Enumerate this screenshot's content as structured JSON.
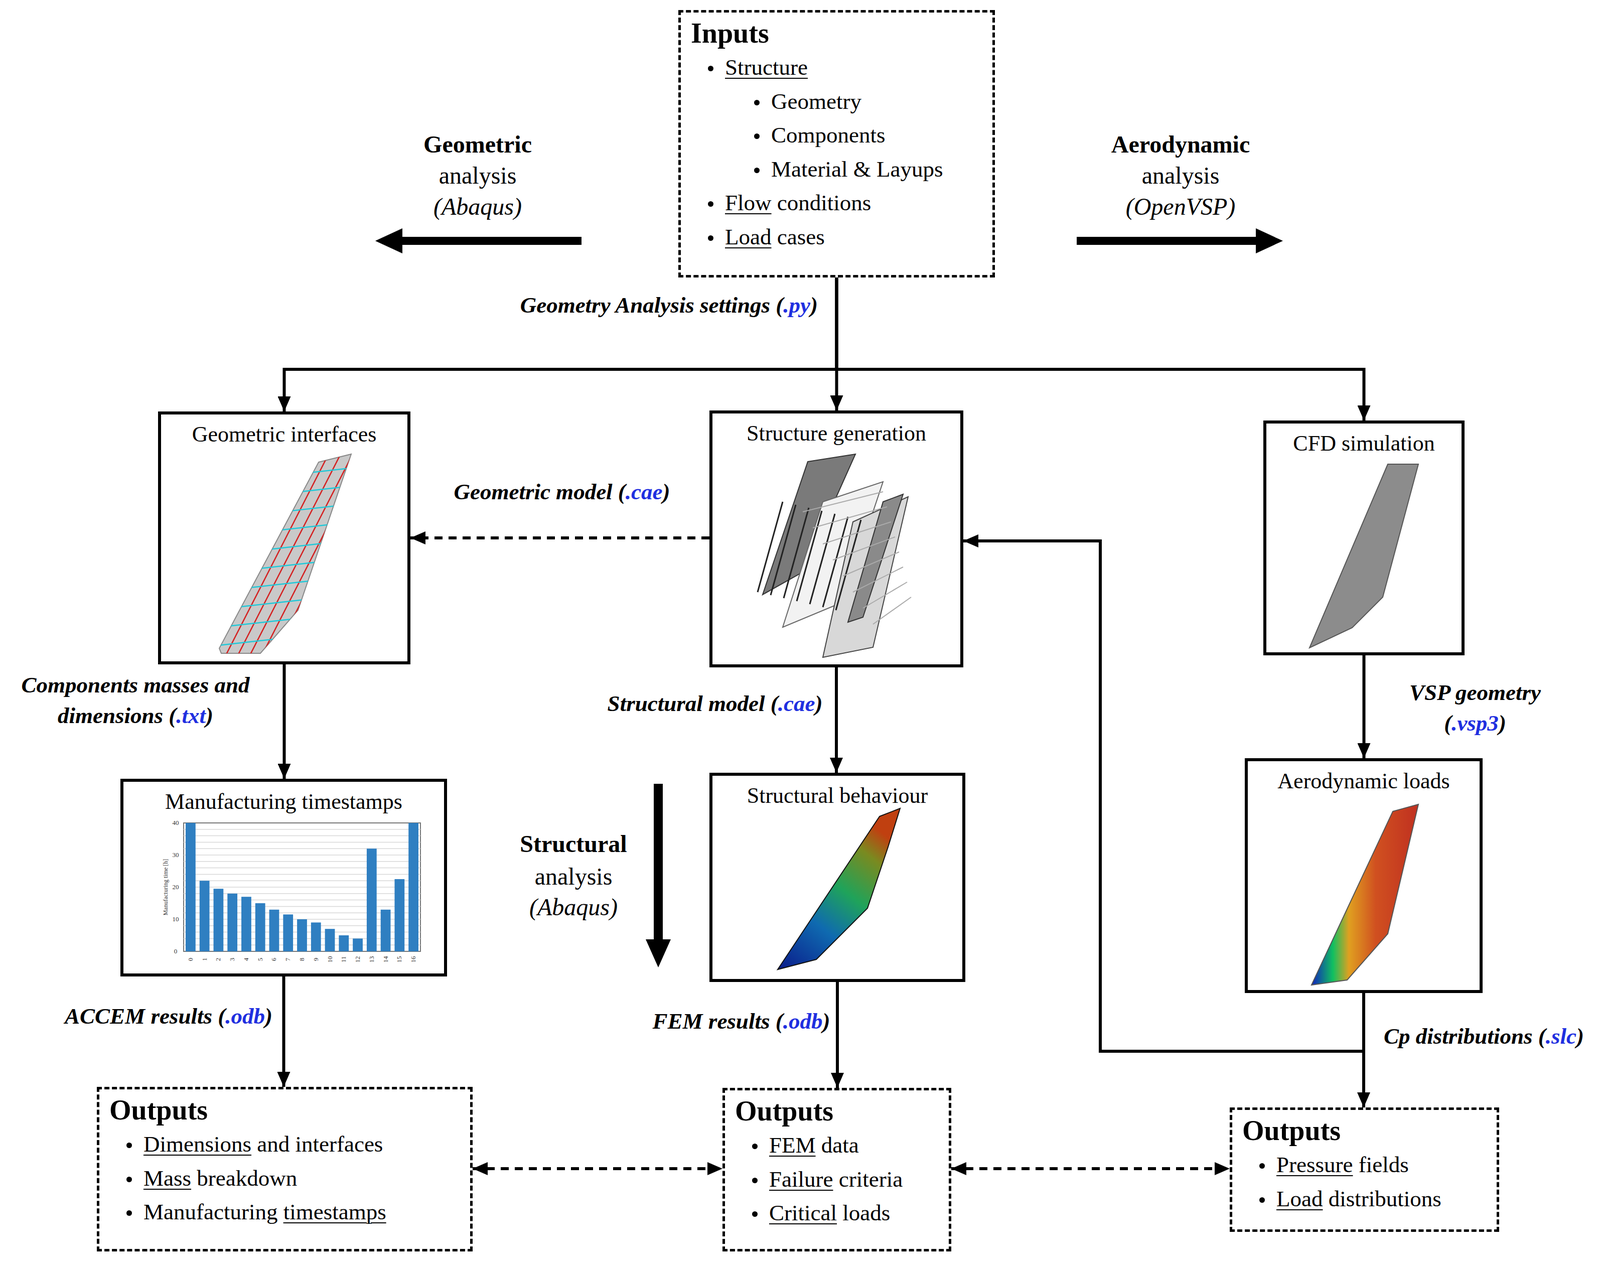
{
  "diagram": {
    "nodes": [
      {
        "text": [
          "Inputs",
          "Structure",
          "Geometry",
          "Components",
          "Material & Layups",
          "Flow conditions",
          "Load cases"
        ]
      },
      {
        "text": [
          "Geometric interfaces"
        ]
      },
      {
        "text": [
          "Structure generation"
        ]
      },
      {
        "text": [
          "CFD simulation"
        ]
      },
      {
        "text": [
          "Manufacturing timestamps"
        ]
      },
      {
        "text": [
          "Structural behaviour"
        ]
      },
      {
        "text": [
          "Aerodynamic loads"
        ]
      },
      {
        "text": [
          "Outputs",
          "Dimensions and interfaces",
          "Mass breakdown",
          "Manufacturing timestamps"
        ]
      },
      {
        "text": [
          "Outputs",
          "FEM data",
          "Failure criteria",
          "Critical loads"
        ]
      },
      {
        "text": [
          "Outputs",
          "Pressure fields",
          "Load distributions"
        ]
      }
    ],
    "edges": [
      {
        "from": 0,
        "to": 1,
        "arrow": "to"
      },
      {
        "from": 0,
        "to": 2,
        "arrow": "to",
        "label": "Geometry Analysis settings (.py)"
      },
      {
        "from": 0,
        "to": 3,
        "arrow": "to"
      },
      {
        "from": 2,
        "to": 1,
        "arrow": "to",
        "label": "Geometric model (.cae)"
      },
      {
        "from": 1,
        "to": 4,
        "arrow": "to",
        "label": "Components masses and dimensions (.txt)"
      },
      {
        "from": 2,
        "to": 5,
        "arrow": "to",
        "label": "Structural model (.cae)"
      },
      {
        "from": 3,
        "to": 6,
        "arrow": "to",
        "label": "VSP geometry (.vsp3)"
      },
      {
        "from": 4,
        "to": 7,
        "arrow": "to",
        "label": "ACCEM results (.odb)"
      },
      {
        "from": 5,
        "to": 8,
        "arrow": "to",
        "label": "FEM results (.odb)"
      },
      {
        "from": 6,
        "to": 9,
        "arrow": "to",
        "label": "Cp distributions (.slc)"
      },
      {
        "from": 6,
        "to": 2,
        "arrow": "to"
      },
      {
        "from": 7,
        "to": 8,
        "arrow": "both"
      },
      {
        "from": 8,
        "to": 9,
        "arrow": "both"
      }
    ],
    "labels": [
      "Geometric",
      "analysis",
      "(Abaqus)",
      "Aerodynamic",
      "analysis",
      "(OpenVSP)",
      "Structural",
      "analysis",
      "(Abaqus)",
      "Manufacturing time [h]",
      "0",
      "10",
      "20",
      "30",
      "40",
      "0",
      "1",
      "2",
      "3",
      "4",
      "5",
      "6",
      "7",
      "8",
      "9",
      "10",
      "11",
      "12",
      "13",
      "14",
      "15",
      "16"
    ]
  }
}
